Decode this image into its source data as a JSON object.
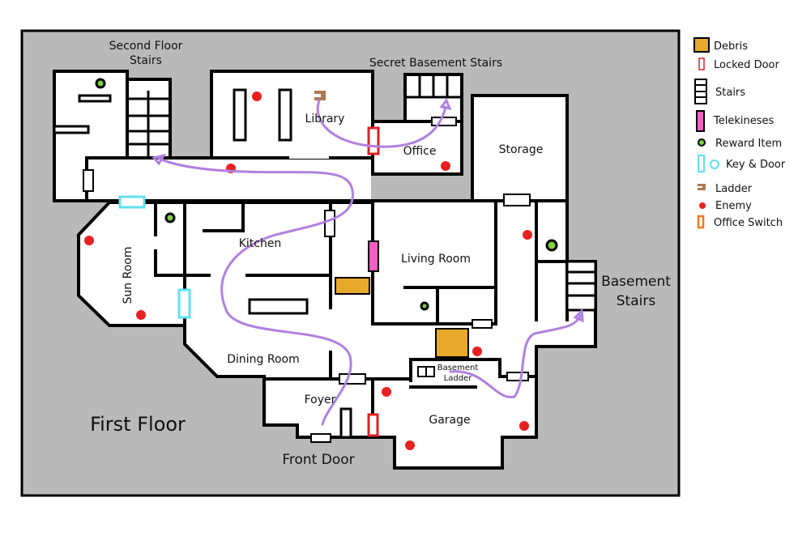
{
  "map": {
    "floor_title": "First Floor",
    "rooms": {
      "second_floor_stairs_1": "Second Floor",
      "second_floor_stairs_2": "Stairs",
      "secret_basement_stairs": "Secret Basement Stairs",
      "library": "Library",
      "office": "Office",
      "storage": "Storage",
      "sun_room": "Sun Room",
      "kitchen": "Kitchen",
      "living_room": "Living Room",
      "basement_stairs_1": "Basement",
      "basement_stairs_2": "Stairs",
      "dining_room": "Dining Room",
      "foyer": "Foyer",
      "basement_ladder_1": "Basement",
      "basement_ladder_2": "Ladder",
      "garage": "Garage",
      "front_door": "Front Door"
    },
    "colors": {
      "background": "#b9b9b9",
      "debris": "#e8a82a",
      "locked_door": "#e02020",
      "telekinesis": "#f060c0",
      "reward": "#80d040",
      "key_door": "#60e0f0",
      "ladder": "#b07850",
      "enemy": "#e82020",
      "office_switch": "#f07820",
      "path": "#b080e0"
    }
  },
  "legend": {
    "items": [
      {
        "label": "Debris",
        "icon": "debris-icon"
      },
      {
        "label": "Locked Door",
        "icon": "locked-door-icon"
      },
      {
        "label": "Stairs",
        "icon": "stairs-icon"
      },
      {
        "label": "Telekineses",
        "icon": "telekinesis-icon"
      },
      {
        "label": "Reward Item",
        "icon": "reward-item-icon"
      },
      {
        "label": "Key & Door",
        "icon": "key-door-icon"
      },
      {
        "label": "Ladder",
        "icon": "ladder-icon"
      },
      {
        "label": "Enemy",
        "icon": "enemy-icon"
      },
      {
        "label": "Office Switch",
        "icon": "office-switch-icon"
      }
    ]
  }
}
